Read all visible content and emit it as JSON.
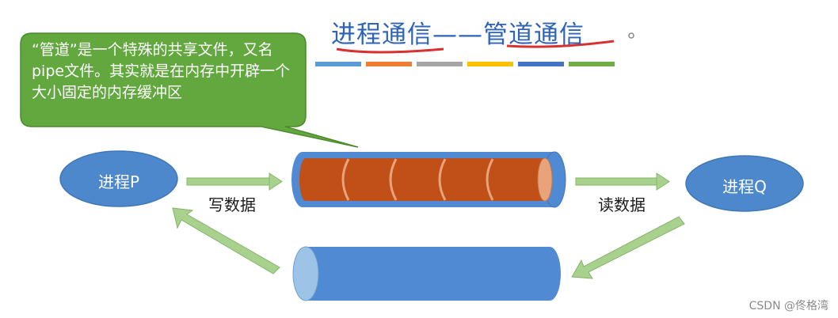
{
  "title": "进程通信——管道通信",
  "callout": {
    "text": "“管道”是一个特殊的共享文件，又名pipe文件。其实就是在内存中开辟一个大小固定的内存缓冲区"
  },
  "nodes": {
    "process_p": "进程P",
    "process_q": "进程Q"
  },
  "edges": {
    "write": "写数据",
    "read": "读数据"
  },
  "colors": {
    "title": "#2e63b8",
    "callout_fill": "#62a83f",
    "process_fill": "#4e88cc",
    "pipe_outer": "#4f8ad2",
    "pipe_data": "#c04f18",
    "arrow": "#a9d18e",
    "underline": "#d93030",
    "color_bar": [
      "#5b9bd5",
      "#ed7d31",
      "#a5a5a5",
      "#ffc000",
      "#4472c4",
      "#70ad47"
    ]
  },
  "watermark": "CSDN @佟格湾"
}
